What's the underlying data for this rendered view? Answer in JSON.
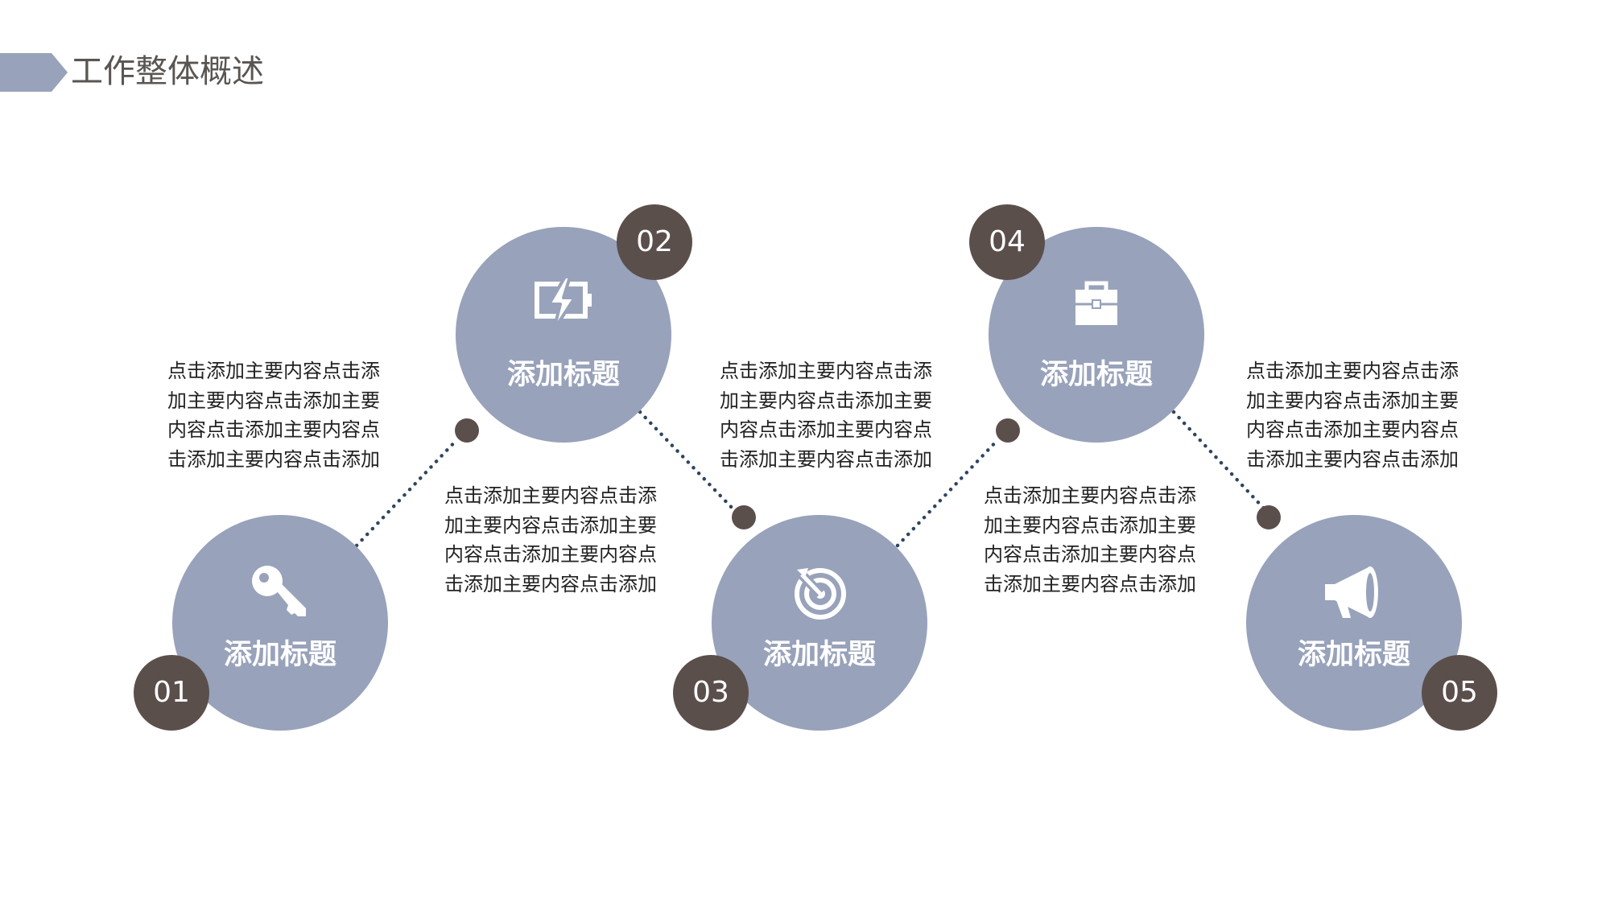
{
  "page": {
    "title": "工作整体概述"
  },
  "colors": {
    "circle": "#98a2ba",
    "badge": "#5b4f4c",
    "connector": "#2f4460",
    "title_text": "#595552",
    "body_text": "#222222"
  },
  "steps": [
    {
      "number": "01",
      "title": "添加标题",
      "icon": "key-icon",
      "description": "点击添加主要内容点击添加主要内容点击添加主要内容点击添加主要内容点击添加主要内容点击添加"
    },
    {
      "number": "02",
      "title": "添加标题",
      "icon": "battery-icon",
      "description": "点击添加主要内容点击添加主要内容点击添加主要内容点击添加主要内容点击添加主要内容点击添加"
    },
    {
      "number": "03",
      "title": "添加标题",
      "icon": "target-icon",
      "description": "点击添加主要内容点击添加主要内容点击添加主要内容点击添加主要内容点击添加主要内容点击添加"
    },
    {
      "number": "04",
      "title": "添加标题",
      "icon": "briefcase-icon",
      "description": "点击添加主要内容点击添加主要内容点击添加主要内容点击添加主要内容点击添加主要内容点击添加"
    },
    {
      "number": "05",
      "title": "添加标题",
      "icon": "megaphone-icon",
      "description": "点击添加主要内容点击添加主要内容点击添加主要内容点击添加主要内容点击添加主要内容点击添加"
    }
  ]
}
